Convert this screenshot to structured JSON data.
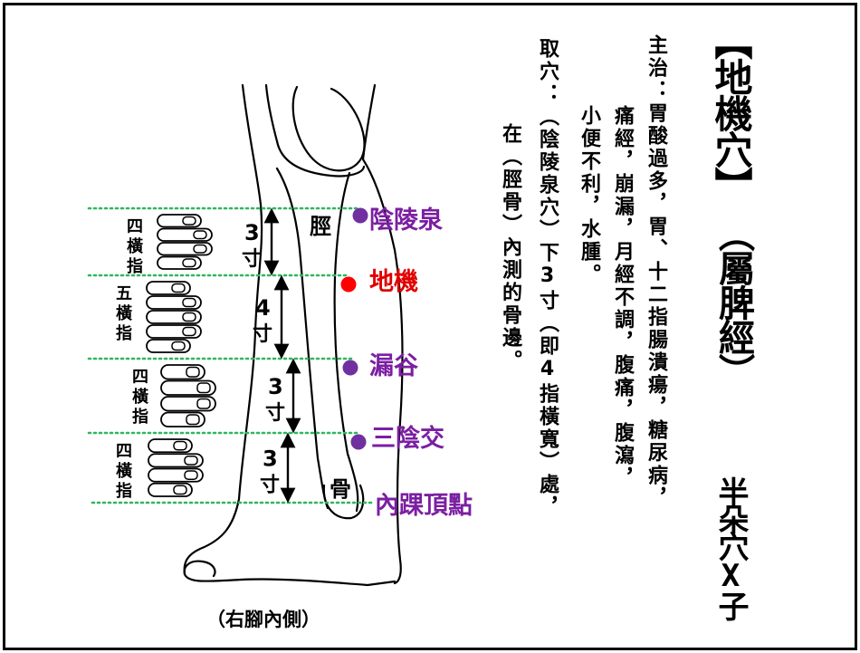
{
  "title": {
    "name": "【地機穴】",
    "meridian": "（屬脾經）",
    "logo_text": "半朵穴X子"
  },
  "indications": {
    "label": "主治：",
    "lines": [
      "胃酸過多，胃、十二指腸潰瘍，糖尿病，",
      "痛經，崩漏，月經不調，腹痛，腹瀉，",
      "小便不利，水腫。"
    ]
  },
  "location": {
    "label": "取穴：",
    "lines": [
      "（陰陵泉穴）下3寸（即4指橫寬）處，",
      "在（脛骨）內測的骨邊。"
    ]
  },
  "diagram": {
    "caption": "（右腳內側）",
    "bone_labels": [
      "脛",
      "骨"
    ],
    "points": [
      {
        "name": "陰陵泉",
        "color": "#7b1fa2",
        "dot": "#7030a0"
      },
      {
        "name": "地機",
        "color": "#e00000",
        "dot": "#ff0000"
      },
      {
        "name": "漏谷",
        "color": "#7b1fa2",
        "dot": "#7030a0"
      },
      {
        "name": "三陰交",
        "color": "#7b1fa2",
        "dot": "#7030a0"
      },
      {
        "name": "內踝頂點",
        "color": "#7b1fa2",
        "dot": null
      }
    ],
    "segments": [
      {
        "distance": "3",
        "unit": "寸",
        "fingers": [
          "四",
          "橫",
          "指"
        ]
      },
      {
        "distance": "4",
        "unit": "寸",
        "fingers": [
          "五",
          "橫",
          "指"
        ]
      },
      {
        "distance": "3",
        "unit": "寸",
        "fingers": [
          "四",
          "橫",
          "指"
        ]
      },
      {
        "distance": "3",
        "unit": "寸",
        "fingers": [
          "四",
          "橫",
          "指"
        ]
      }
    ],
    "guide_color": "#2eb85c"
  }
}
